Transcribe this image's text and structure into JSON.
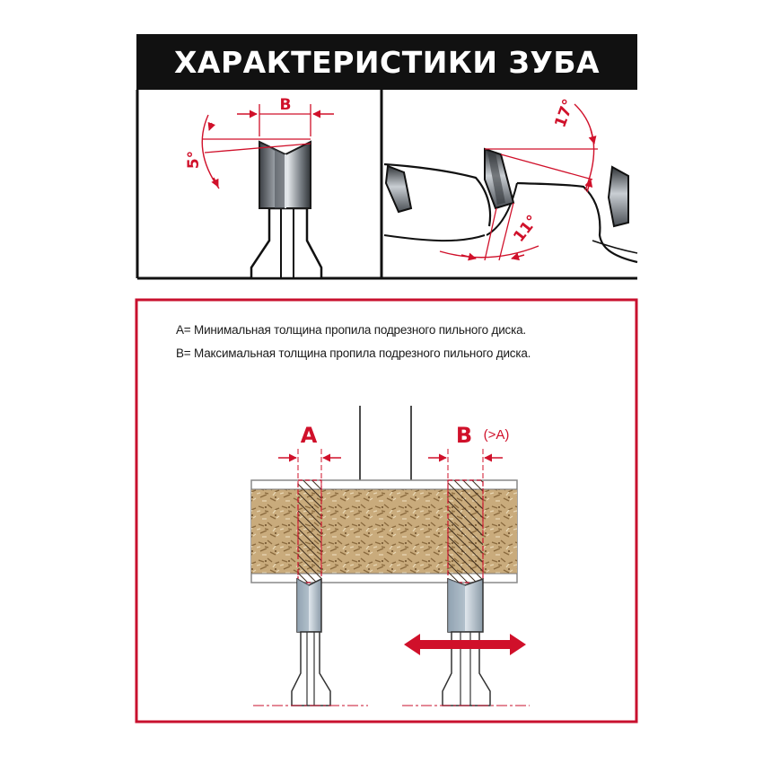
{
  "title": "ХАРАКТЕРИСТИКИ ЗУБА",
  "tooth_width_label": "B",
  "face_angle_label": "5°",
  "top_angle_label": "17°",
  "clearance_angle_label": "11°",
  "legend": {
    "a": "A= Минимальная толщина пропила подрезного пильного диска.",
    "b": "B= Максимальная толщина пропила подрезного пильного диска."
  },
  "kerf_a_label": "A",
  "kerf_b_label": "B",
  "kerf_b_note": "(>A)",
  "colors": {
    "accent_red": "#d0102a",
    "frame_red": "#c8102e",
    "title_bg": "#111111",
    "board_wood": "#c7a97a"
  }
}
